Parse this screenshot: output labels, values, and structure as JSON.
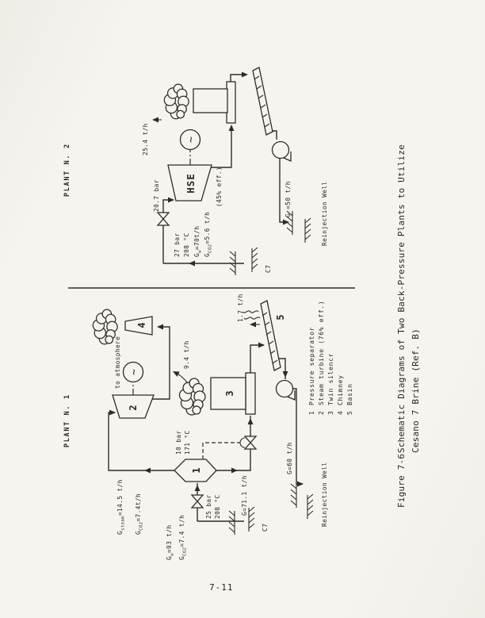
{
  "page_number": "7-11",
  "caption": {
    "figure_label": "Figure 7-6",
    "line1": "Schematic Diagrams of Two Back-Pressure Plants to Utilize",
    "line2": "Cesano 7 Brine  (Ref. B)"
  },
  "legend": {
    "items": [
      {
        "num": "1",
        "label": "Pressure separator"
      },
      {
        "num": "2",
        "label": "Steam turbine (76% eff.)"
      },
      {
        "num": "3",
        "label": "Twin silencr"
      },
      {
        "num": "4",
        "label": "Chimney"
      },
      {
        "num": "5",
        "label": "Basin"
      }
    ]
  },
  "plant1": {
    "title": "PLANT N. 1",
    "well_name": "C7",
    "well_flow": {
      "pre": "G",
      "sub": "w",
      "post": "=93 t/h"
    },
    "well_co2": {
      "pre": "G",
      "sub": "CO2",
      "post": "=7.4 t/h"
    },
    "feed_pressure": "25 bar",
    "feed_temp": "208 °C",
    "sep_pressure": "10 bar",
    "sep_temp": "171 °C",
    "steam_flow": {
      "pre": "G",
      "sub": "steam",
      "post": "=14.5 t/h"
    },
    "steam_co2": {
      "pre": "G",
      "sub": "CO2",
      "post": "=7.4t/h"
    },
    "to_atmosphere": "to atmosphere",
    "brine_flow": "G=71.1 t/h",
    "vent_flow": "9.4 t/h",
    "basin_vapor": "1.7 t/h",
    "reinjection_flow": "G=60 t/h",
    "reinjection_well": "Reinjection Well",
    "generator_symbol": "~",
    "numbers": {
      "separator": "1",
      "turbine": "2",
      "silencer": "3",
      "chimney": "4",
      "basin": "5"
    }
  },
  "plant2": {
    "title": "PLANT N. 2",
    "well_name": "C7",
    "feed_pressure": "27 bar",
    "feed_temp": "208 °C",
    "feed_flow": {
      "pre": "G",
      "sub": "w",
      "post": "=70t/h"
    },
    "feed_co2": {
      "pre": "G",
      "sub": "CO2",
      "post": "=5.6 t/h"
    },
    "inlet_pressure": "20.7 bar",
    "turbine_label": "HSE",
    "turbine_eff": "(45% eff.)",
    "steam_flow": "25.4 t/h",
    "reinjection_flow": "G =50 t/h",
    "reinjection_well": "Reinjection Well",
    "generator_symbol": "~"
  }
}
